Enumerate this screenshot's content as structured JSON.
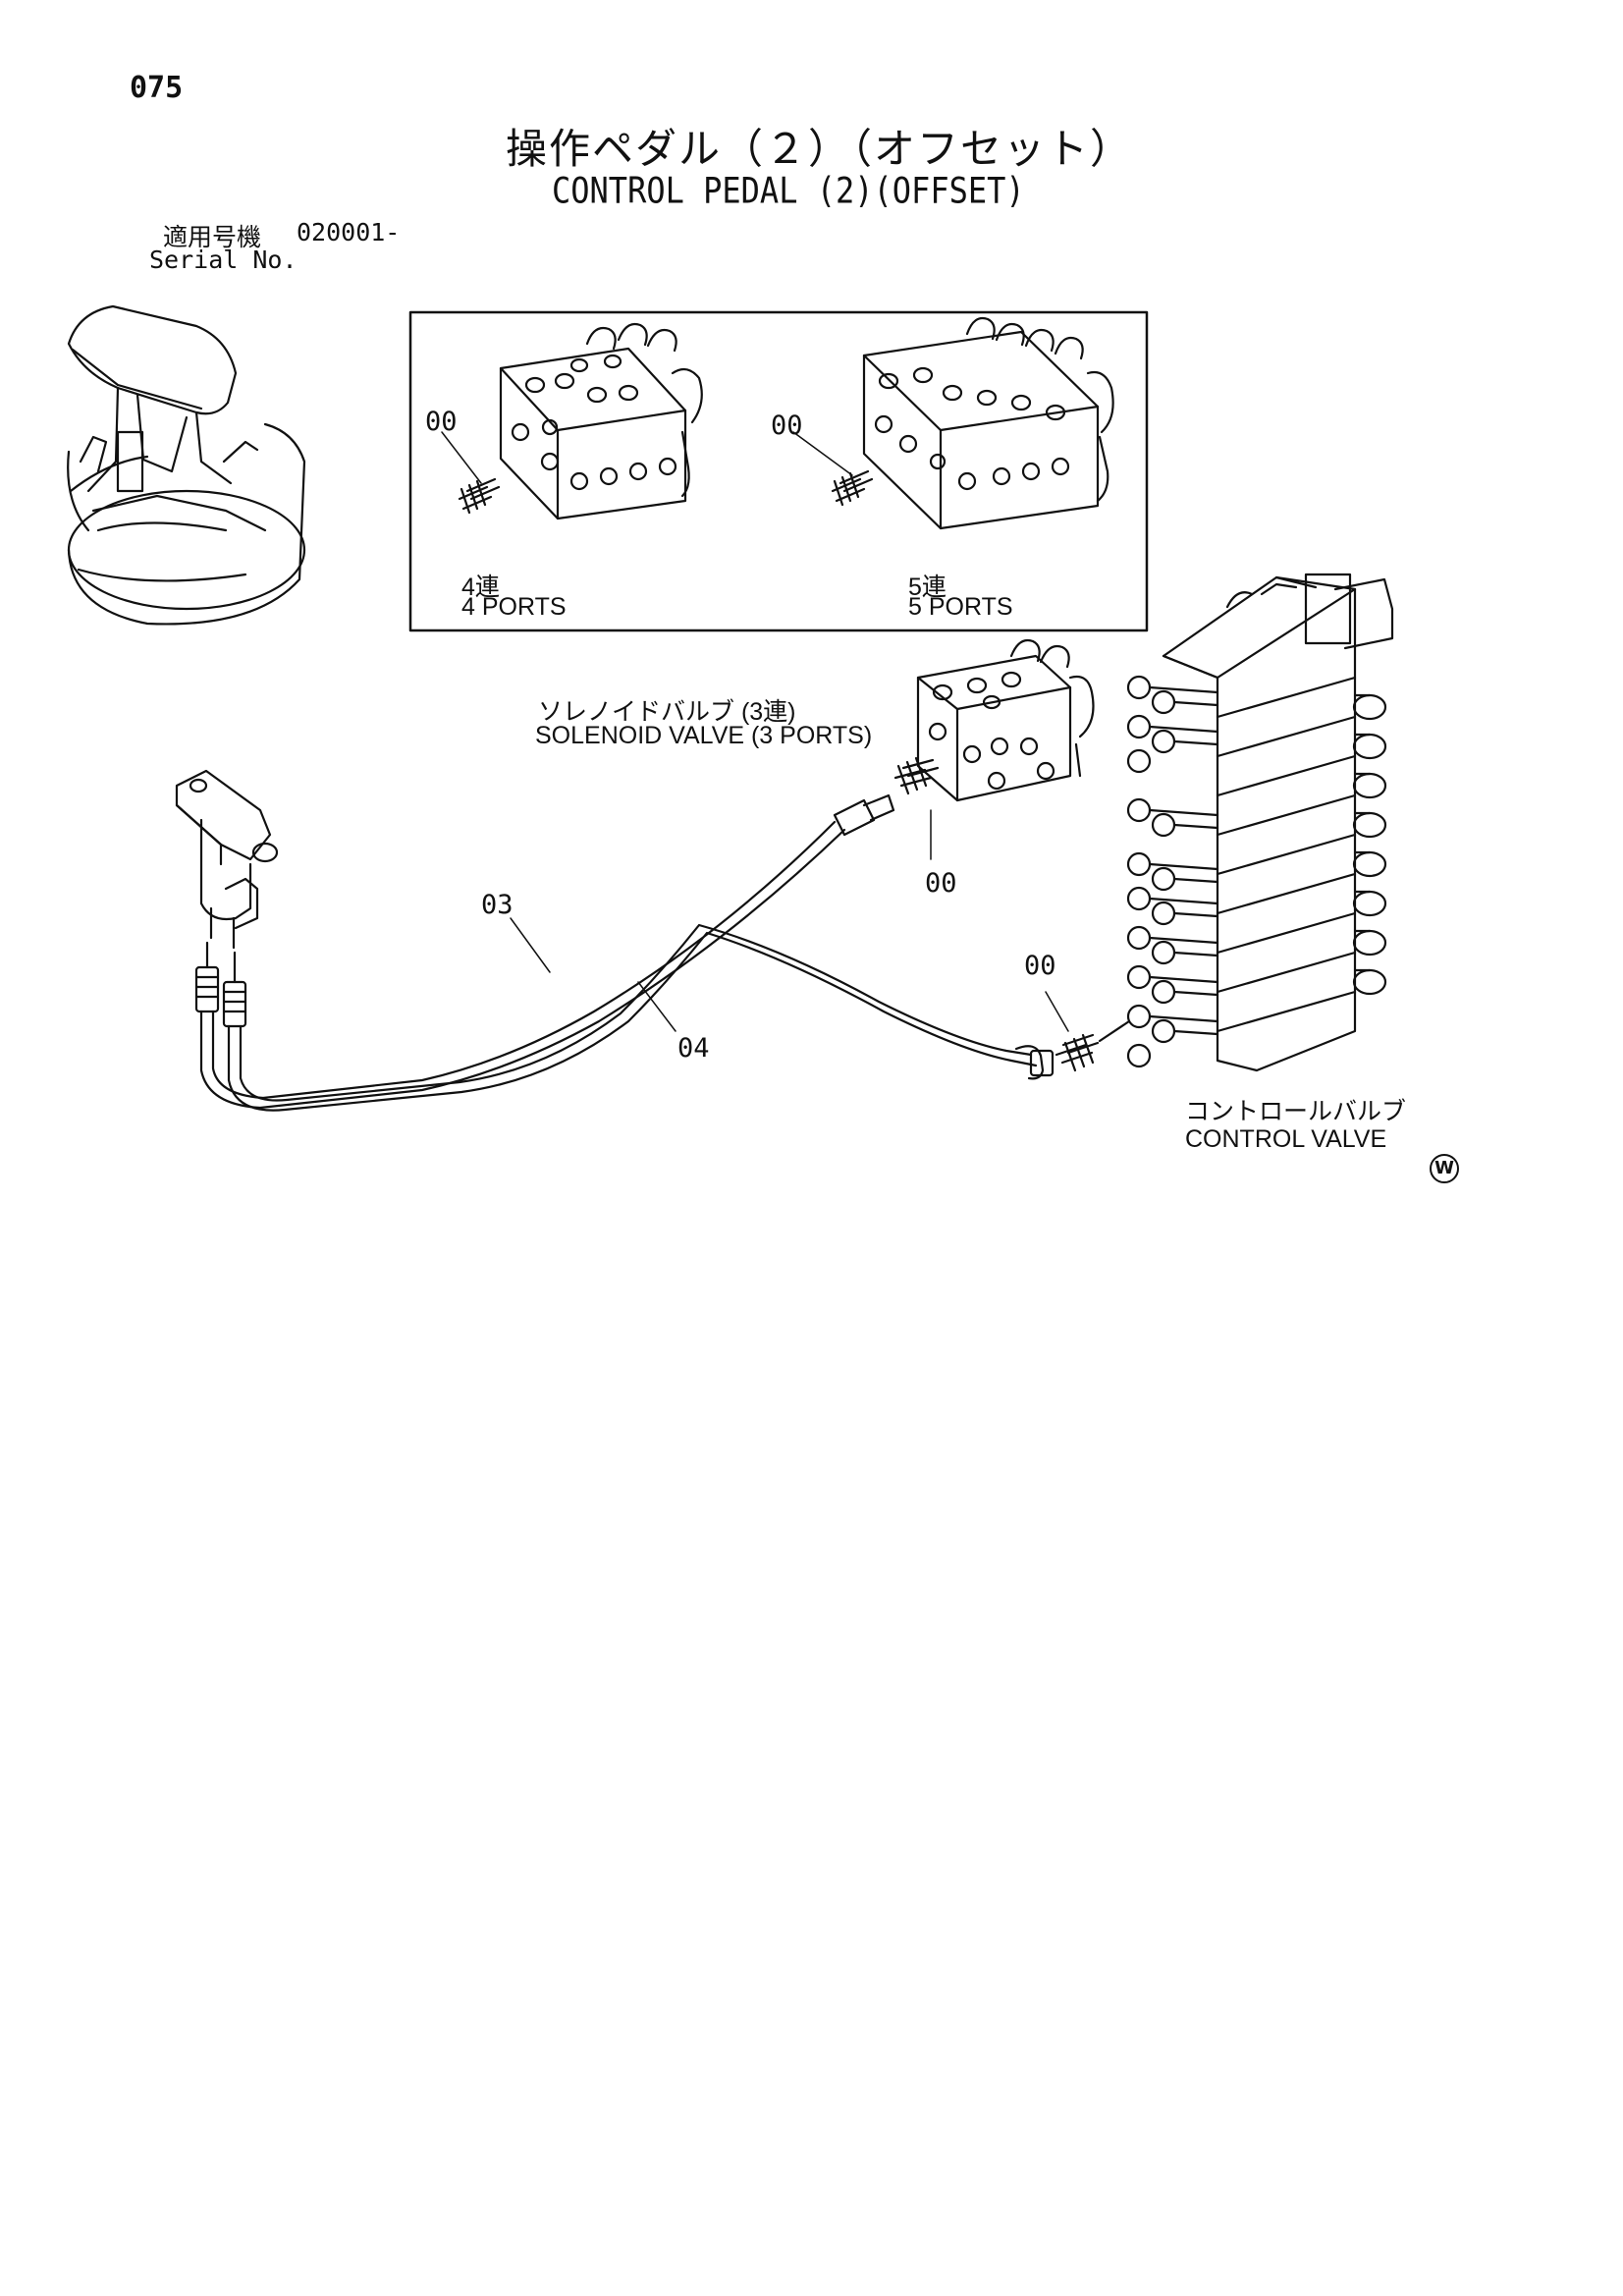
{
  "page_number": "075",
  "title_jp": "操作ペダル（２）（オフセット）",
  "title_en": "CONTROL PEDAL (2)(OFFSET)",
  "serial": {
    "label_jp": "適用号機",
    "code": "020001-",
    "label_en": "Serial No."
  },
  "inset": {
    "four_ports": {
      "label_jp": "4連",
      "label_en": "4 PORTS",
      "callout": "00"
    },
    "five_ports": {
      "label_jp": "5連",
      "label_en": "5 PORTS",
      "callout": "00"
    }
  },
  "solenoid_valve": {
    "label_jp": "ソレノイドバルブ (3連)",
    "label_en": "SOLENOID VALVE (3 PORTS)"
  },
  "control_valve": {
    "label_jp": "コントロールバルブ",
    "label_en": "CONTROL VALVE"
  },
  "callouts": {
    "fitting_solenoid": "00",
    "fitting_control": "00",
    "hose_a": "03",
    "hose_b": "04"
  },
  "mark": "W"
}
